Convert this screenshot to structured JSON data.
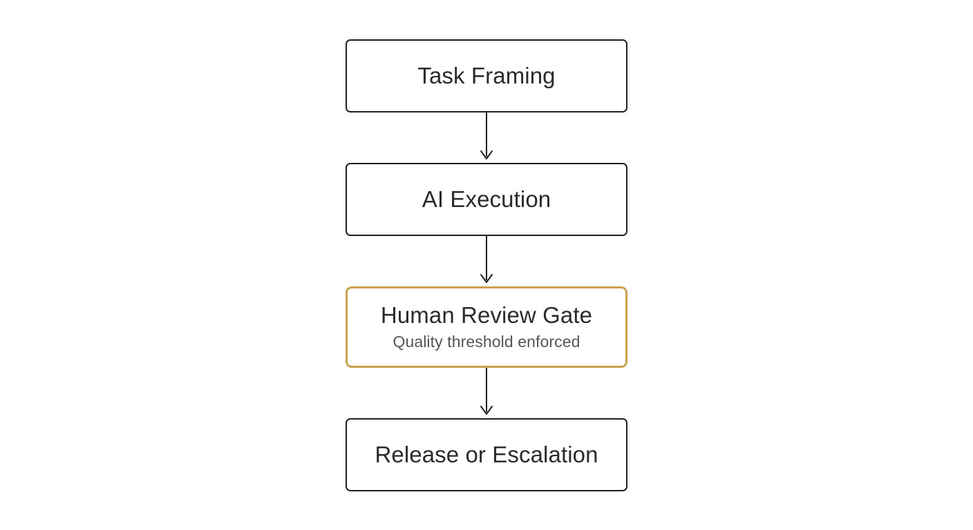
{
  "diagram": {
    "type": "flowchart",
    "orientation": "vertical",
    "background_color": "#ffffff",
    "default_border_color": "#1f1f1f",
    "highlight_border_color": "#c9a24d",
    "title_text_color": "#2b2b2b",
    "subtitle_text_color": "#555555",
    "connector_color": "#1f1f1f",
    "nodes": [
      {
        "id": "task-framing",
        "title": "Task Framing",
        "subtitle": "",
        "highlighted": false
      },
      {
        "id": "ai-execution",
        "title": "AI Execution",
        "subtitle": "",
        "highlighted": false
      },
      {
        "id": "human-review-gate",
        "title": "Human Review Gate",
        "subtitle": "Quality threshold enforced",
        "highlighted": true
      },
      {
        "id": "release-or-escalation",
        "title": "Release or Escalation",
        "subtitle": "",
        "highlighted": false
      }
    ],
    "connectors": [
      {
        "id": "arrow-1",
        "from": "task-framing",
        "to": "ai-execution",
        "style": "straight-arrow-down"
      },
      {
        "id": "arrow-2",
        "from": "ai-execution",
        "to": "human-review-gate",
        "style": "straight-arrow-down"
      },
      {
        "id": "arrow-3",
        "from": "human-review-gate",
        "to": "release-or-escalation",
        "style": "straight-arrow-down"
      }
    ]
  }
}
